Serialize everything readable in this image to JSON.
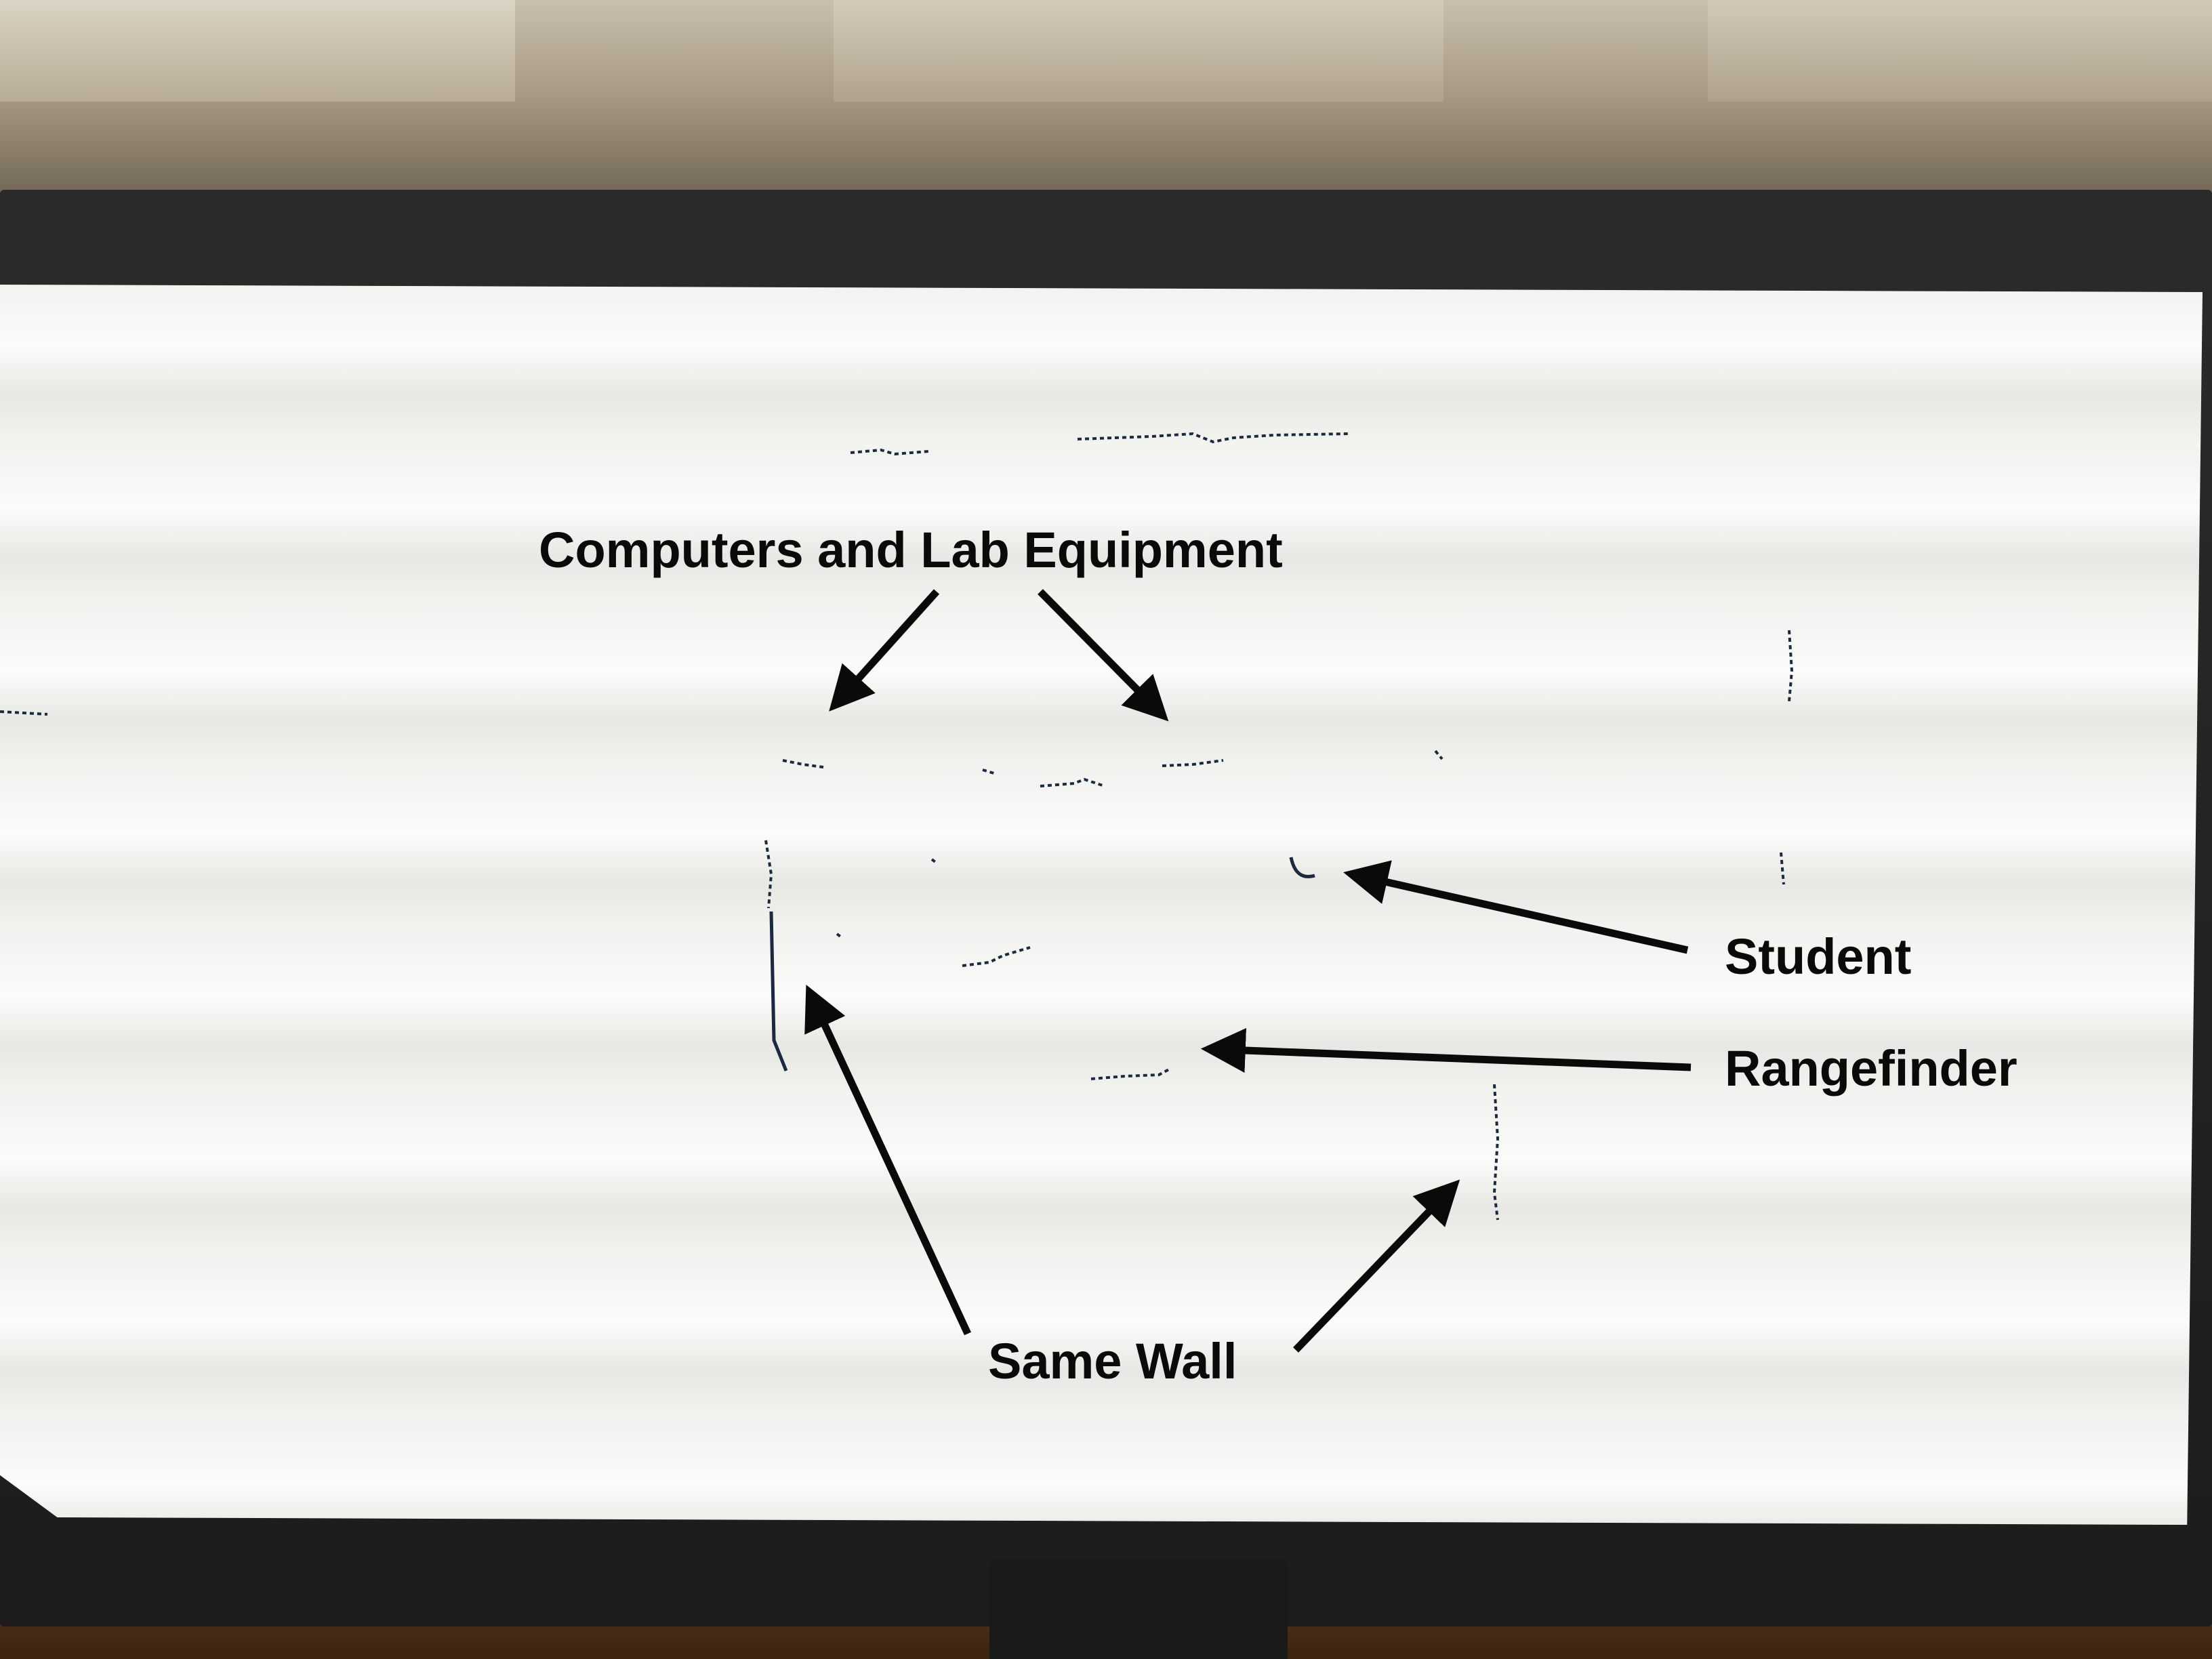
{
  "annotations": {
    "computers": "Computers and Lab Equipment",
    "student": "Student",
    "rangefinder": "Rangefinder",
    "wall": "Same Wall"
  },
  "colors": {
    "screen": "#f7f7f4",
    "bezel": "#1e1e1e",
    "scan_points": "#1a2a40",
    "label_text": "#0a0a0a"
  }
}
